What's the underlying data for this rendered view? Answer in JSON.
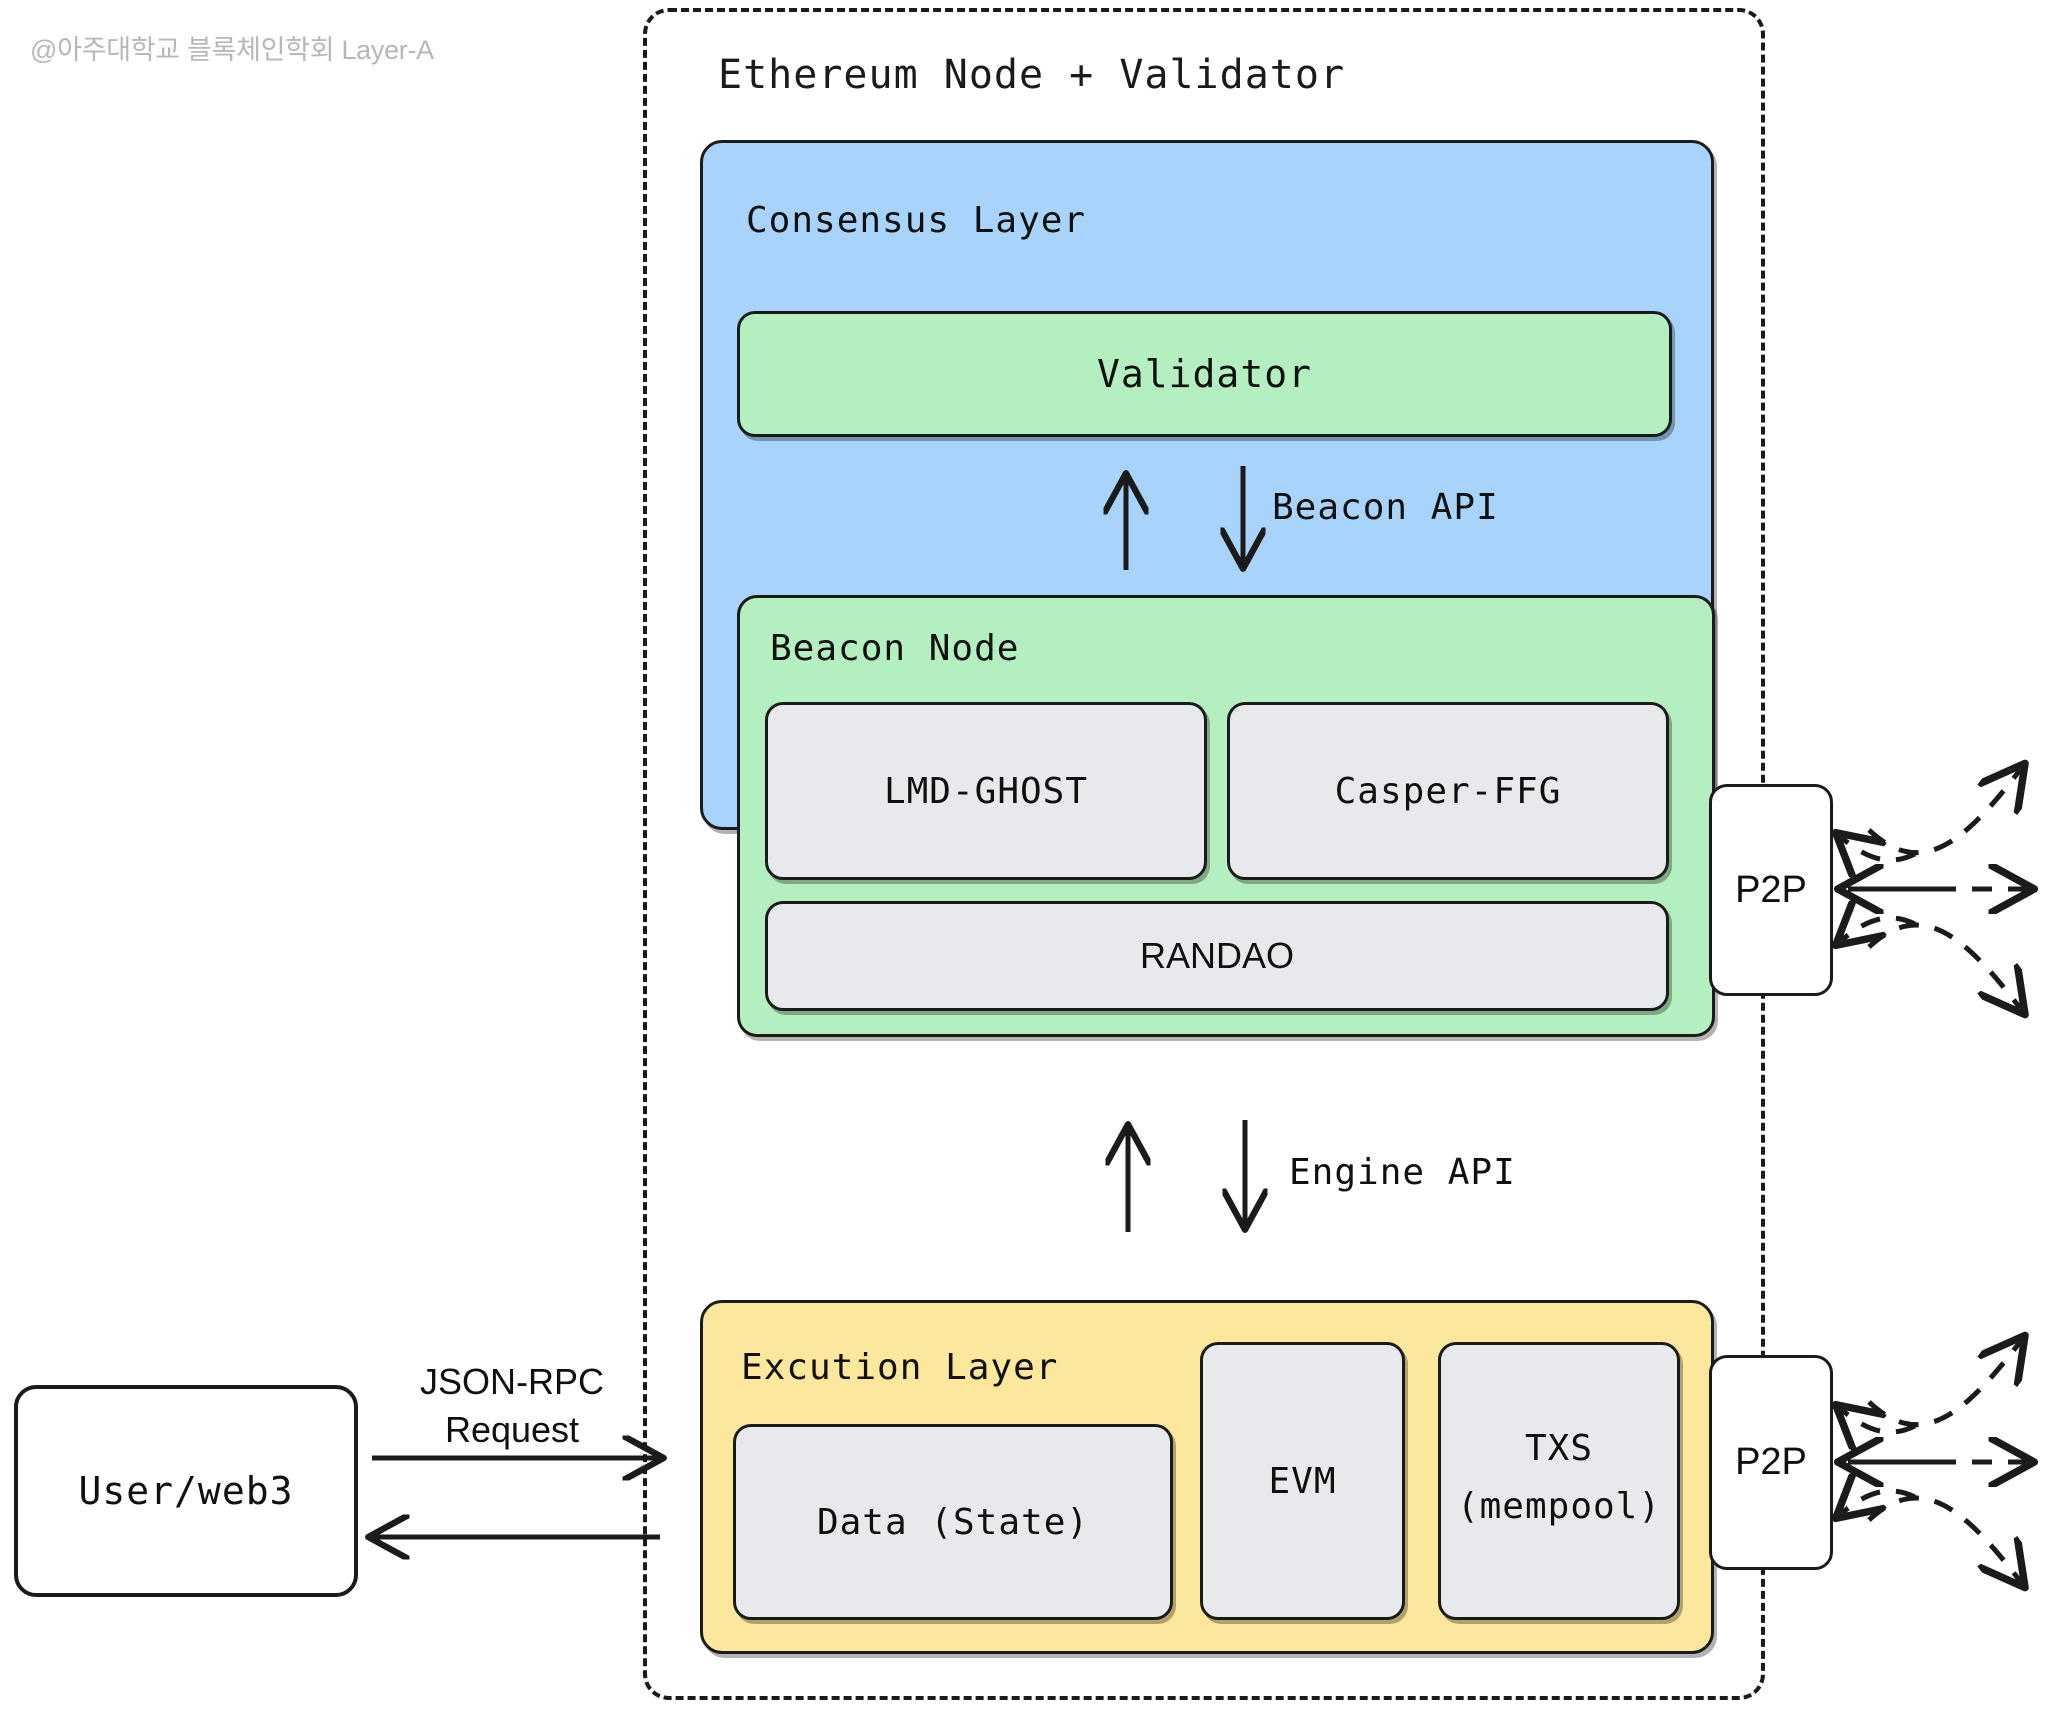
{
  "watermark": "@아주대학교 블록체인학회 Layer-A",
  "node": {
    "title": "Ethereum Node + Validator"
  },
  "consensus": {
    "label": "Consensus Layer",
    "color": "#a8d4fc",
    "validator": {
      "label": "Validator",
      "color": "#b4efbf"
    },
    "api_label": "Beacon API",
    "beacon_node": {
      "label": "Beacon Node",
      "color": "#b4efbf",
      "components": [
        {
          "label": "LMD-GHOST"
        },
        {
          "label": "Casper-FFG"
        },
        {
          "label": "RANDAO"
        }
      ]
    },
    "p2p": {
      "label": "P2P"
    }
  },
  "engine": {
    "api_label": "Engine API"
  },
  "execution": {
    "label": "Excution Layer",
    "color": "#fbe89c",
    "components": [
      {
        "label": "Data (State)"
      },
      {
        "label": "EVM"
      },
      {
        "label": "TXS",
        "label2": "(mempool)"
      }
    ],
    "p2p": {
      "label": "P2P"
    }
  },
  "user": {
    "label": "User/web3",
    "rpc_label_line1": "JSON-RPC",
    "rpc_label_line2": "Request"
  },
  "icons": {
    "arrow_up": "arrow-up-icon",
    "arrow_down": "arrow-down-icon",
    "arrow_right": "arrow-right-icon",
    "arrow_left": "arrow-left-icon",
    "peer_arrows": "bidirectional-dashed-peer-arrows-icon"
  }
}
